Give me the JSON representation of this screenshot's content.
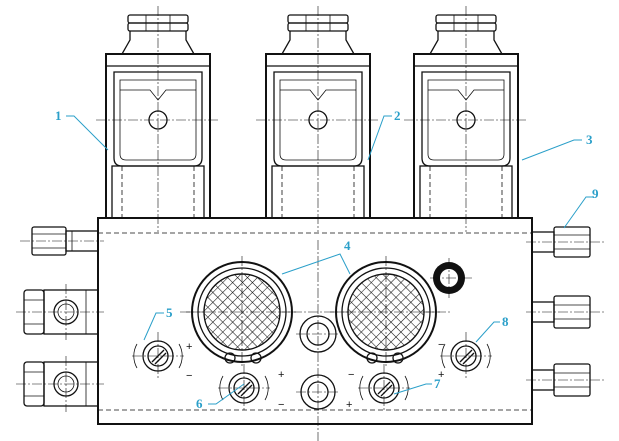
{
  "labels": {
    "l1": "1",
    "l2": "2",
    "l3": "3",
    "l4": "4",
    "l5": "5",
    "l6": "6",
    "l7": "7",
    "l8": "8",
    "l9": "9"
  },
  "signs": {
    "plus": "+",
    "minus": "−"
  },
  "colors": {
    "leader": "#2a9fc9",
    "line": "#111111"
  },
  "icons": {
    "solenoid": "solenoid-coil-icon",
    "port": "hatched-port-icon",
    "screw": "adjustment-screw-icon",
    "fitting": "hex-fitting-icon",
    "marker": "black-ring-marker-icon"
  }
}
